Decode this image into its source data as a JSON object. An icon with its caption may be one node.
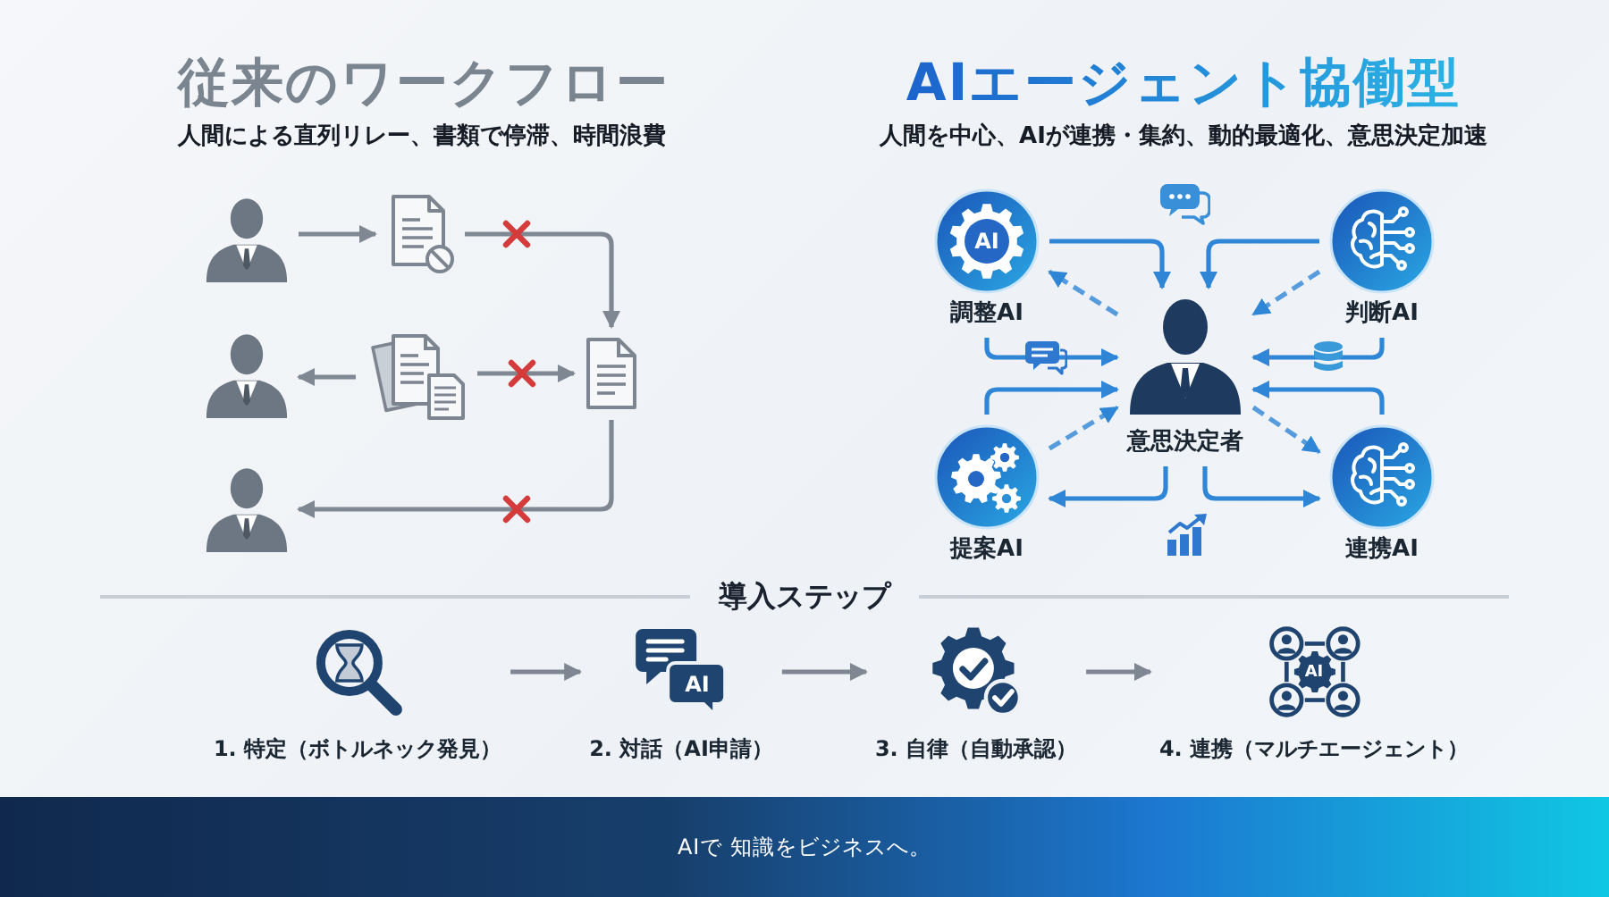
{
  "diagram": {
    "nodes": [
      {
        "text": [],
        "shape": "person"
      },
      {
        "text": [],
        "shape": "picture"
      },
      {
        "text": [],
        "shape": "person"
      },
      {
        "text": [],
        "shape": "picture"
      },
      {
        "text": [],
        "shape": "picture"
      },
      {
        "text": [],
        "shape": "person"
      },
      {
        "text": [
          "AI",
          "調整AI"
        ]
      },
      {
        "text": [
          "判断AI"
        ]
      },
      {
        "text": [
          "意思決定者"
        ]
      },
      {
        "text": [
          "提案AI"
        ]
      },
      {
        "text": [
          "連携AI"
        ]
      },
      {
        "text": [
          "1. 特定（ボトルネック発見）"
        ]
      },
      {
        "text": [
          "AI",
          "2. 対話（AI申請）"
        ]
      },
      {
        "text": [
          "3. 自律（自動承認）"
        ]
      },
      {
        "text": [
          "AI",
          "4. 連携（マルチエージェント）"
        ]
      }
    ],
    "edges": [
      {
        "from": 0,
        "to": 1,
        "arrow": "to",
        "color": "#7f8892"
      },
      {
        "from": 1,
        "to": 4,
        "arrow": "to",
        "color": "#7f8892"
      },
      {
        "from": 3,
        "to": 4,
        "arrow": "to",
        "color": "#7f8892"
      },
      {
        "from": 3,
        "to": 2,
        "arrow": "to",
        "color": "#7f8892"
      },
      {
        "from": 4,
        "to": 5,
        "arrow": "to",
        "color": "#7f8892"
      },
      {
        "from": 6,
        "to": 8,
        "arrow": "to"
      },
      {
        "from": 7,
        "to": 8,
        "arrow": "to"
      },
      {
        "from": 8,
        "to": 6,
        "arrow": "to",
        "style": "dashed"
      },
      {
        "from": 7,
        "to": 8,
        "arrow": "to",
        "style": "dashed"
      },
      {
        "from": 6,
        "to": 8,
        "arrow": "to"
      },
      {
        "from": 7,
        "to": 8,
        "arrow": "to"
      },
      {
        "from": 9,
        "to": 8,
        "arrow": "to"
      },
      {
        "from": 10,
        "to": 8,
        "arrow": "to"
      },
      {
        "from": 9,
        "to": 8,
        "arrow": "to",
        "style": "dashed"
      },
      {
        "from": 8,
        "to": 10,
        "arrow": "to",
        "style": "dashed"
      },
      {
        "from": 8,
        "to": 9,
        "arrow": "to"
      },
      {
        "from": 8,
        "to": 10,
        "arrow": "to"
      },
      {
        "from": 11,
        "to": 12,
        "arrow": "to",
        "color": "#7f8892"
      },
      {
        "from": 12,
        "to": 13,
        "arrow": "to",
        "color": "#7f8892"
      },
      {
        "from": 13,
        "to": 14,
        "arrow": "to",
        "color": "#7f8892"
      }
    ],
    "labels": [
      "従来のワークフロー",
      "人間による直列リレー、書類で停滞、時間浪費",
      "AIエージェント協働型",
      "人間を中心、AIが連携・集約、動的最適化、意思決定加速",
      "導入ステップ",
      "AIで 知識をビジネスへ。"
    ]
  }
}
